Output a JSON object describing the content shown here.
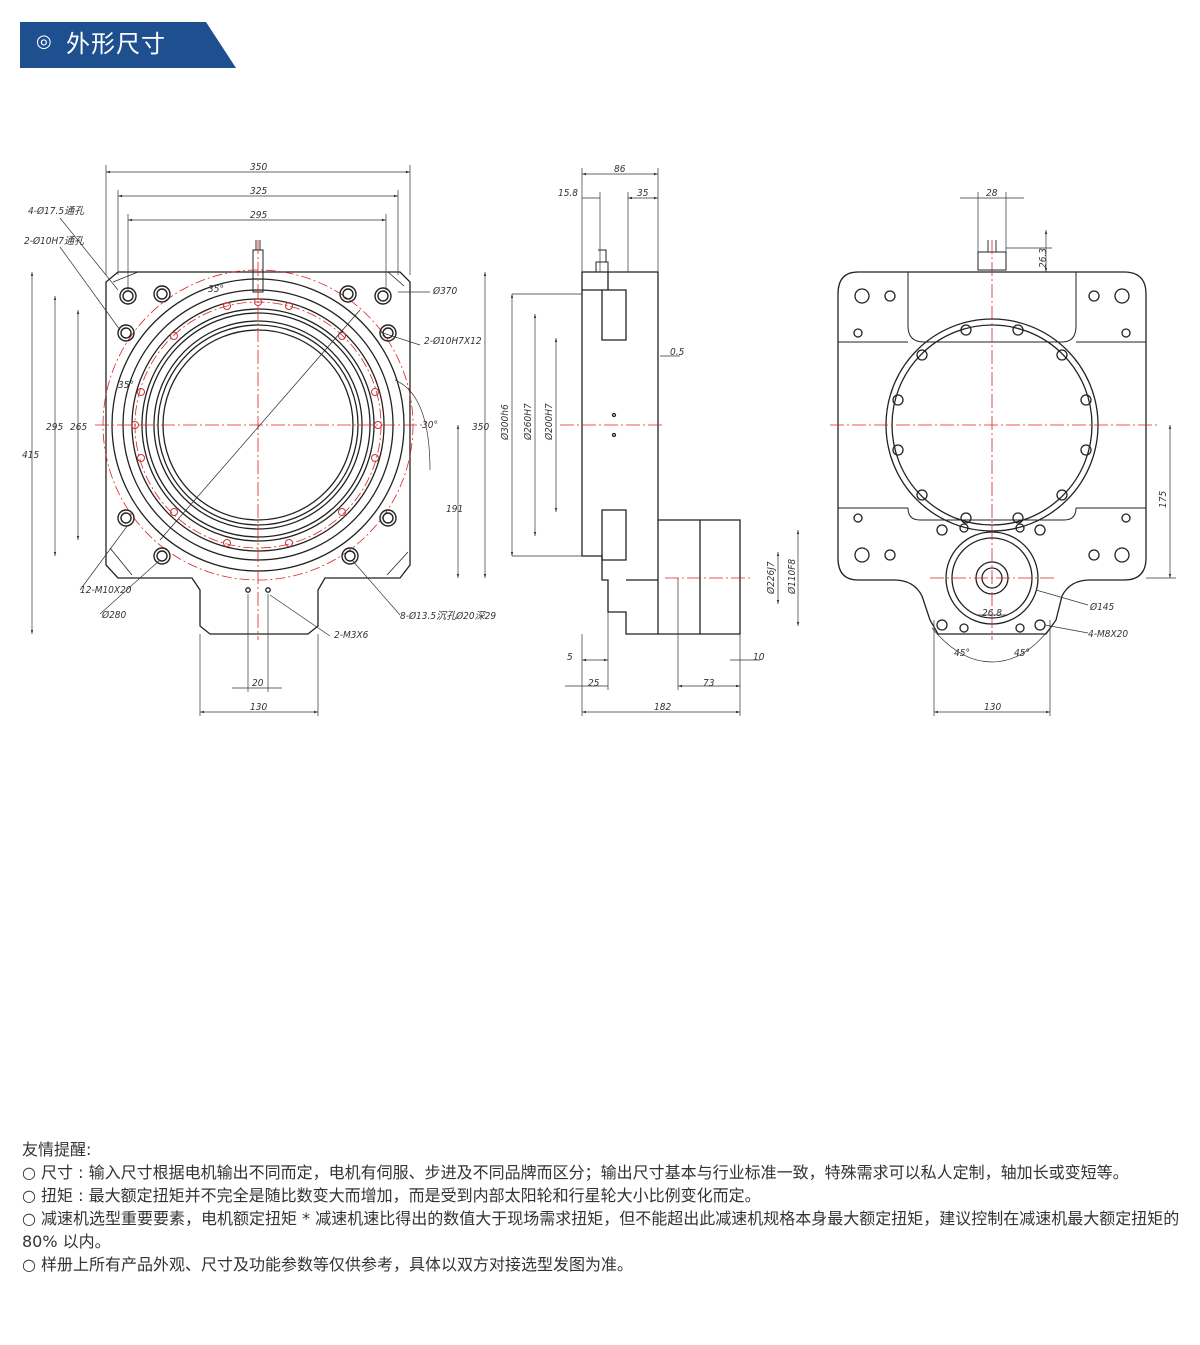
{
  "header": {
    "icon": "double-circle-icon",
    "icon_glyph": "◎",
    "title": "外形尺寸",
    "bg_color": "#1e4f8f"
  },
  "drawing": {
    "front": {
      "dims": [
        "350",
        "325",
        "295",
        "4-Ø17.5通孔",
        "2-Ø10H7通孔",
        "Ø370",
        "35°",
        "2-Ø10H7X12",
        "35°",
        "295",
        "265",
        "415",
        "350",
        "30°",
        "191",
        "12-M10X20",
        "Ø280",
        "8-Ø13.5沉孔Ø20深29",
        "2-M3X6",
        "20",
        "130"
      ]
    },
    "side": {
      "dims": [
        "86",
        "15.8",
        "35",
        "0.5",
        "Ø300h6",
        "Ø260H7",
        "Ø200H7",
        "Ø226J7",
        "Ø110F8",
        "5",
        "10",
        "25",
        "73",
        "182"
      ]
    },
    "back": {
      "dims": [
        "28",
        "26.3",
        "175",
        "Ø145",
        "26.8",
        "4-M8X20",
        "45°",
        "45°",
        "130"
      ]
    }
  },
  "notes": {
    "heading": "友情提醒:",
    "items": [
      "○ 尺寸 : 输入尺寸根据电机输出不同而定，电机有伺服、步进及不同品牌而区分；输出尺寸基本与行业标准一致，特殊需求可以私人定制，轴加长或变短等。",
      "○ 扭矩 : 最大额定扭矩并不完全是随比数变大而增加，而是受到内部太阳轮和行星轮大小比例变化而定。",
      "○ 减速机选型重要要素，电机额定扭矩 * 减速机速比得出的数值大于现场需求扭矩，但不能超出此减速机规格本身最大额定扭矩，建议控制在减速机最大额定扭矩的 80% 以内。",
      "○ 样册上所有产品外观、尺寸及功能参数等仅供参考，具体以双方对接选型发图为准。"
    ]
  }
}
